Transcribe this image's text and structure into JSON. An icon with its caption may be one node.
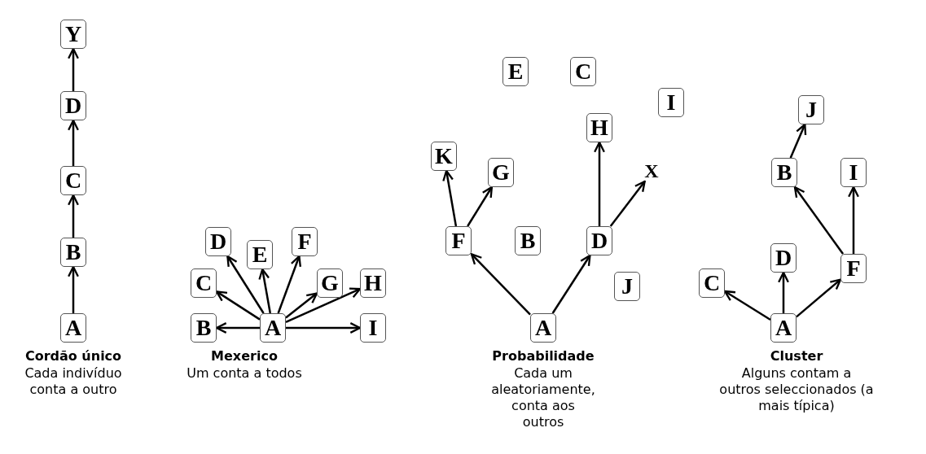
{
  "diagram": {
    "nodes": [
      {
        "text": [
          "Y"
        ]
      },
      {
        "text": [
          "D"
        ]
      },
      {
        "text": [
          "C"
        ]
      },
      {
        "text": [
          "B"
        ]
      },
      {
        "text": [
          "A"
        ]
      },
      {
        "text": [
          "D"
        ]
      },
      {
        "text": [
          "F"
        ]
      },
      {
        "text": [
          "E"
        ]
      },
      {
        "text": [
          "C"
        ]
      },
      {
        "text": [
          "G"
        ]
      },
      {
        "text": [
          "H"
        ]
      },
      {
        "text": [
          "B"
        ]
      },
      {
        "text": [
          "A"
        ]
      },
      {
        "text": [
          "I"
        ]
      },
      {
        "text": [
          "E"
        ]
      },
      {
        "text": [
          "C"
        ]
      },
      {
        "text": [
          "I"
        ]
      },
      {
        "text": [
          "H"
        ]
      },
      {
        "text": [
          "K"
        ]
      },
      {
        "text": [
          "G"
        ]
      },
      {
        "text": [
          "X"
        ]
      },
      {
        "text": [
          "F"
        ]
      },
      {
        "text": [
          "B"
        ]
      },
      {
        "text": [
          "D"
        ]
      },
      {
        "text": [
          "J"
        ]
      },
      {
        "text": [
          "A"
        ]
      },
      {
        "text": [
          "J"
        ]
      },
      {
        "text": [
          "B"
        ]
      },
      {
        "text": [
          "I"
        ]
      },
      {
        "text": [
          "D"
        ]
      },
      {
        "text": [
          "F"
        ]
      },
      {
        "text": [
          "C"
        ]
      },
      {
        "text": [
          "A"
        ]
      }
    ],
    "edges": [
      {
        "from": 4,
        "to": 3,
        "arrow": "to"
      },
      {
        "from": 3,
        "to": 2,
        "arrow": "to"
      },
      {
        "from": 2,
        "to": 1,
        "arrow": "to"
      },
      {
        "from": 1,
        "to": 0,
        "arrow": "to"
      },
      {
        "from": 12,
        "to": 11,
        "arrow": "to"
      },
      {
        "from": 12,
        "to": 8,
        "arrow": "to"
      },
      {
        "from": 12,
        "to": 5,
        "arrow": "to"
      },
      {
        "from": 12,
        "to": 7,
        "arrow": "to"
      },
      {
        "from": 12,
        "to": 6,
        "arrow": "to"
      },
      {
        "from": 12,
        "to": 9,
        "arrow": "to"
      },
      {
        "from": 12,
        "to": 10,
        "arrow": "to"
      },
      {
        "from": 12,
        "to": 13,
        "arrow": "to"
      },
      {
        "from": 25,
        "to": 21,
        "arrow": "to"
      },
      {
        "from": 25,
        "to": 23,
        "arrow": "to"
      },
      {
        "from": 21,
        "to": 18,
        "arrow": "to"
      },
      {
        "from": 21,
        "to": 19,
        "arrow": "to"
      },
      {
        "from": 23,
        "to": 17,
        "arrow": "to"
      },
      {
        "from": 23,
        "to": 20,
        "arrow": "to"
      },
      {
        "from": 32,
        "to": 31,
        "arrow": "to"
      },
      {
        "from": 32,
        "to": 29,
        "arrow": "to"
      },
      {
        "from": 32,
        "to": 30,
        "arrow": "to"
      },
      {
        "from": 30,
        "to": 27,
        "arrow": "to"
      },
      {
        "from": 30,
        "to": 28,
        "arrow": "to"
      },
      {
        "from": 27,
        "to": 26,
        "arrow": "to"
      }
    ],
    "labels": [
      "Cordão único",
      "Cada indivíduo conta a outro",
      "Mexerico",
      "Um conta a todos",
      "Probabilidade",
      "Cada um aleatoriamente, conta aos outros",
      "Cluster",
      "Alguns contam a outros seleccionados (a mais típica)"
    ]
  }
}
